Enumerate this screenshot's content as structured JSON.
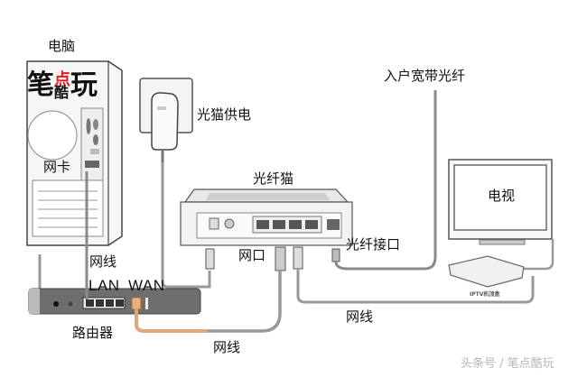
{
  "diagram": {
    "title": "光纤猫-路由器-电视 连接示意图",
    "devices": {
      "computer": "电脑",
      "network_card": "网卡",
      "power_adapter": "光猫供电",
      "optical_modem": "光纤猫",
      "fiber_in": "入户宽带光纤",
      "tv": "电视",
      "iptv_box": "IPTV机顶盒",
      "router": "路由器"
    },
    "ports": {
      "lan": "LAN",
      "wan": "WAN",
      "net_port": "网口",
      "fiber_port": "光纤接口"
    },
    "cables": {
      "pc_to_router": "网线",
      "router_to_modem": "网线",
      "modem_to_iptv": "网线"
    },
    "logo": {
      "char1": "笔",
      "char2": "点",
      "char3": "酷",
      "char4": "玩"
    },
    "watermark": "头条号 / 笔点酷玩",
    "colors": {
      "wan_cable": "#e0a878",
      "cable_gray": "#9a9a9a",
      "router_body": "#6e6e6e",
      "logo_accent": "#e0201e"
    }
  }
}
